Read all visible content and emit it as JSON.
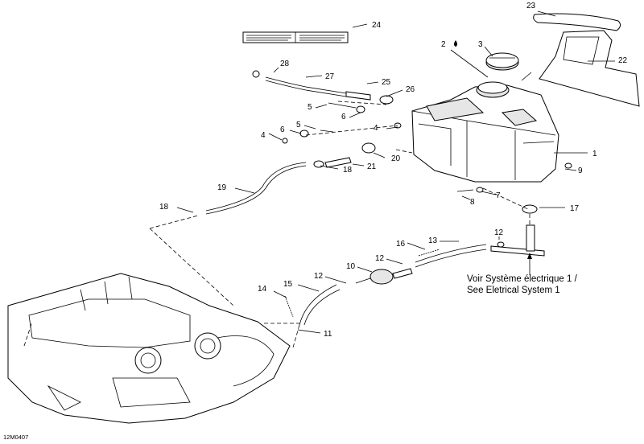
{
  "callouts": {
    "c1": "1",
    "c2": "2",
    "c3": "3",
    "c4a": "4",
    "c4b": "4",
    "c5a": "5",
    "c5b": "5",
    "c6a": "6",
    "c6b": "6",
    "c7": "7",
    "c8": "8",
    "c9": "9",
    "c10": "10",
    "c11": "11",
    "c12a": "12",
    "c12b": "12",
    "c12c": "12",
    "c13": "13",
    "c14": "14",
    "c15": "15",
    "c16": "16",
    "c17": "17",
    "c18a": "18",
    "c18b": "18",
    "c19": "19",
    "c20": "20",
    "c21": "21",
    "c22": "22",
    "c23": "23",
    "c24": "24",
    "c25": "25",
    "c26": "26",
    "c27": "27",
    "c28": "28"
  },
  "note_line1": "Voir Système électrique 1 /",
  "note_line2": "See Eletrical System 1",
  "diagram_code": "12M0407",
  "colors": {
    "ink": "#000000",
    "part_fill": "#ffffff",
    "shade": "#e6e6e6"
  }
}
